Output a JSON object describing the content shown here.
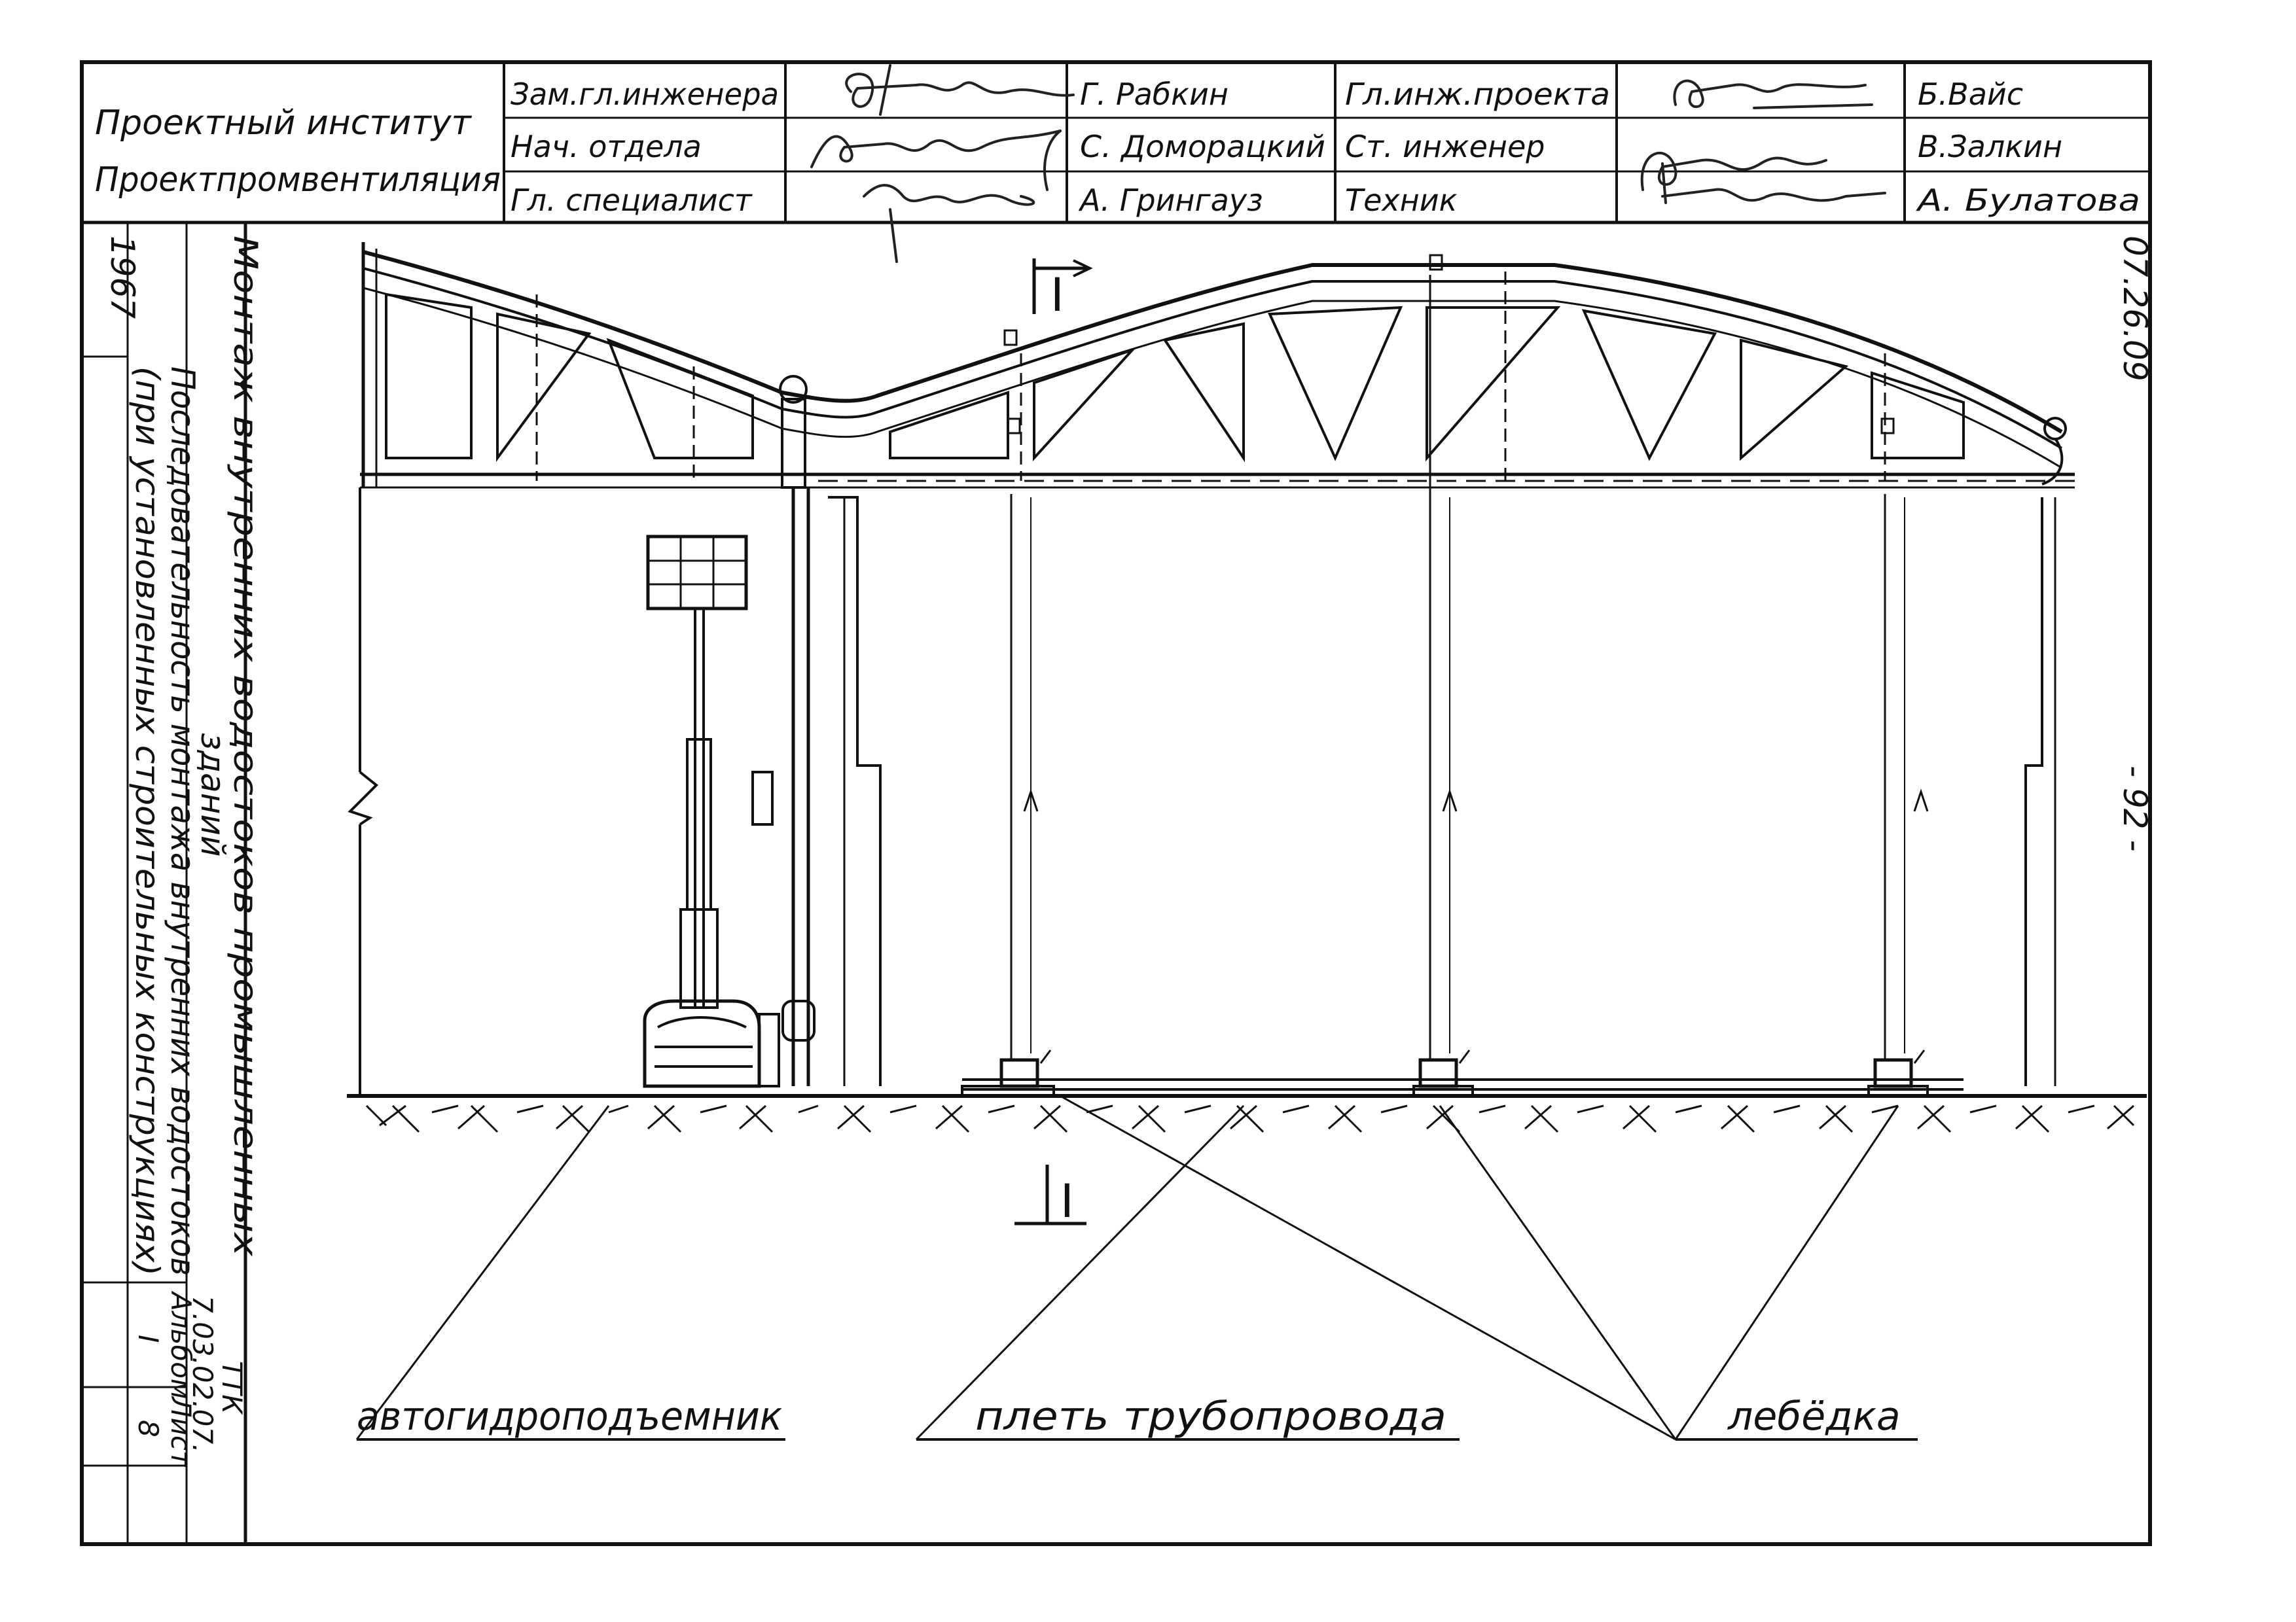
{
  "title_block": {
    "institute_line1": "Проектный инститyт",
    "institute_line2": "Проектпромвентиляция",
    "rows": [
      {
        "role_left": "Зам.гл.инженера",
        "name_left": "Г. Рабкин",
        "role_right": "Гл.инж.проекта",
        "name_right": "Б.Вайс"
      },
      {
        "role_left": "Нач. отдела",
        "name_left": "С. Доморацкий",
        "role_right": "Ст. инженер",
        "name_right": "В.Залкин"
      },
      {
        "role_left": "Гл. специалист",
        "name_left": "А. Грингауз",
        "role_right": "Техник",
        "name_right": "А. Булатова"
      }
    ]
  },
  "side_block": {
    "year": "1967",
    "title_line1": "Монтаж внутренних водостоков промышленных",
    "title_line2": "зданий",
    "subtitle_line1": "Последовательность монтажа внутренних водостоков",
    "subtitle_line2": "(при установленных строительных конструкциях)",
    "code_label": "ТТК",
    "code": "7.03.02.07.",
    "album_label": "Альбом",
    "album": "I",
    "sheet_label": "Лист",
    "sheet": "8"
  },
  "drawing": {
    "section_mark_top": "I",
    "section_mark_bottom": "I",
    "doc_number": "07.26.09",
    "page_number": "- 92 -"
  },
  "callouts": [
    {
      "label": "автогидроподъемник"
    },
    {
      "label": "плеть трубопровода"
    },
    {
      "label": "лебёдка"
    }
  ]
}
